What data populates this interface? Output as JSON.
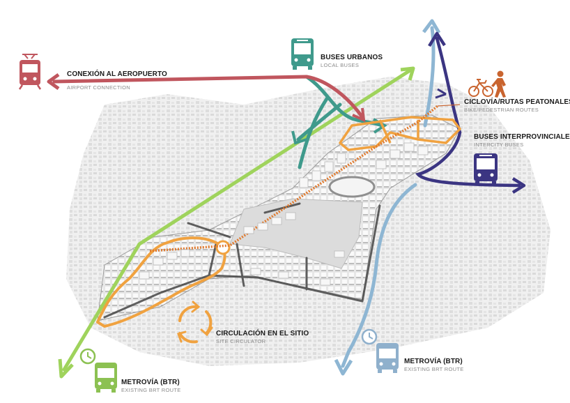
{
  "labels": {
    "airport": {
      "title": "CONEXIÓN AL AEROPUERTO",
      "subtitle": "AIRPORT CONNECTION"
    },
    "local_buses": {
      "title": "BUSES URBANOS",
      "subtitle": "LOCAL BUSES"
    },
    "bike": {
      "title": "CICLOVÍA/RUTAS PEATONALES",
      "subtitle": "BIKE/PEDESTRIAN ROUTES"
    },
    "intercity": {
      "title": "BUSES INTERPROVINCIALES",
      "subtitle": "INTERCITY BUSES"
    },
    "circulator": {
      "title": "CIRCULACIÓN EN EL SITIO",
      "subtitle": "SITE CIRCULATOR"
    },
    "brt_left": {
      "title": "METROVÍA (BTR)",
      "subtitle": "EXISTING BRT ROUTE"
    },
    "brt_right": {
      "title": "METROVÍA (BTR)",
      "subtitle": "EXISTING BRT ROUTE"
    }
  },
  "colors": {
    "airport": "#c0565e",
    "local_buses": "#3f9a8c",
    "bike": "#c9642f",
    "intercity": "#3b3582",
    "circulator": "#f0a240",
    "brt_green": "#9fd35c",
    "brt_blue": "#8eb6d3",
    "brt_green_icon": "#8cc152",
    "brt_blue_icon": "#8fb0cc"
  },
  "icons": {
    "airport": "train-icon",
    "local_buses": "bus-icon",
    "bike": "bicycle-icon",
    "pedestrian": "pedestrian-icon",
    "intercity": "bus-icon",
    "circulator": "circular-arrows-icon",
    "brt": "bus-with-clock-icon"
  }
}
